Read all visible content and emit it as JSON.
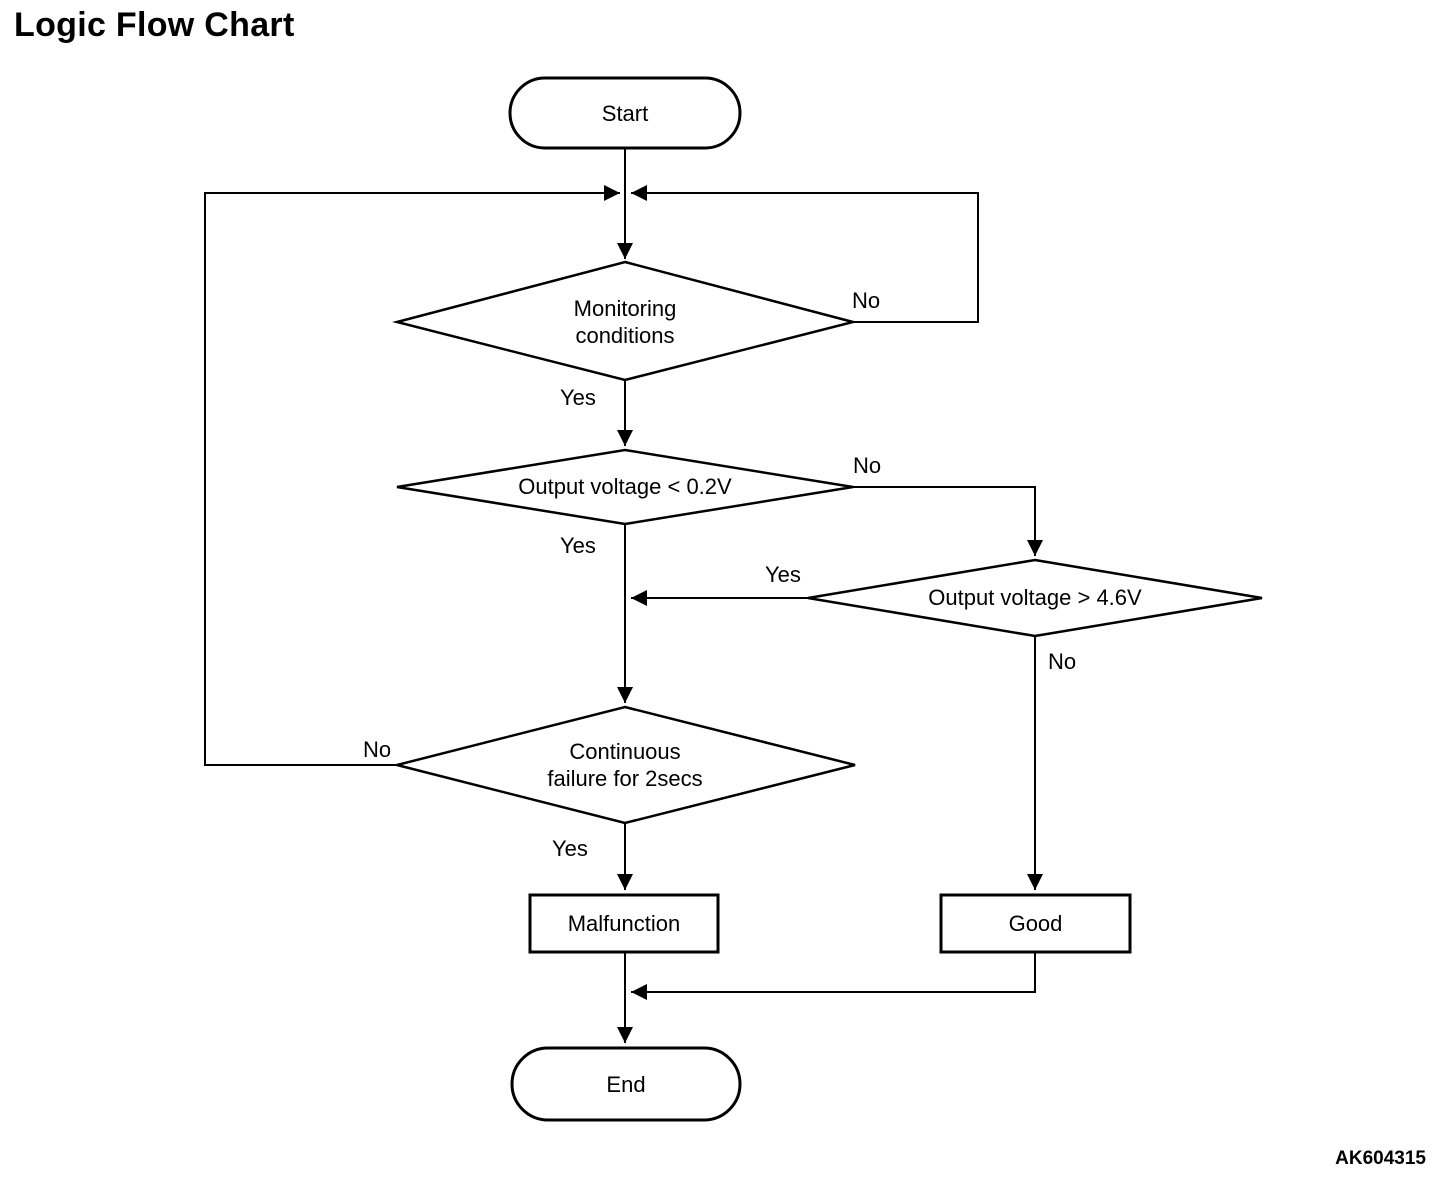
{
  "page": {
    "title": "Logic Flow Chart",
    "figure_code": "AK604315"
  },
  "colors": {
    "line": "#000000",
    "background": "#ffffff",
    "text": "#000000"
  },
  "nodes": {
    "start": "Start",
    "monitoring": "Monitoring\nconditions",
    "voltage_low": "Output voltage < 0.2V",
    "voltage_high": "Output voltage > 4.6V",
    "continuous_failure": "Continuous\nfailure for 2secs",
    "malfunction": "Malfunction",
    "good": "Good",
    "end": "End"
  },
  "edge_labels": {
    "monitoring_no": "No",
    "monitoring_yes": "Yes",
    "voltage_low_no": "No",
    "voltage_low_yes": "Yes",
    "voltage_high_yes": "Yes",
    "voltage_high_no": "No",
    "continuous_failure_no": "No",
    "continuous_failure_yes": "Yes"
  }
}
